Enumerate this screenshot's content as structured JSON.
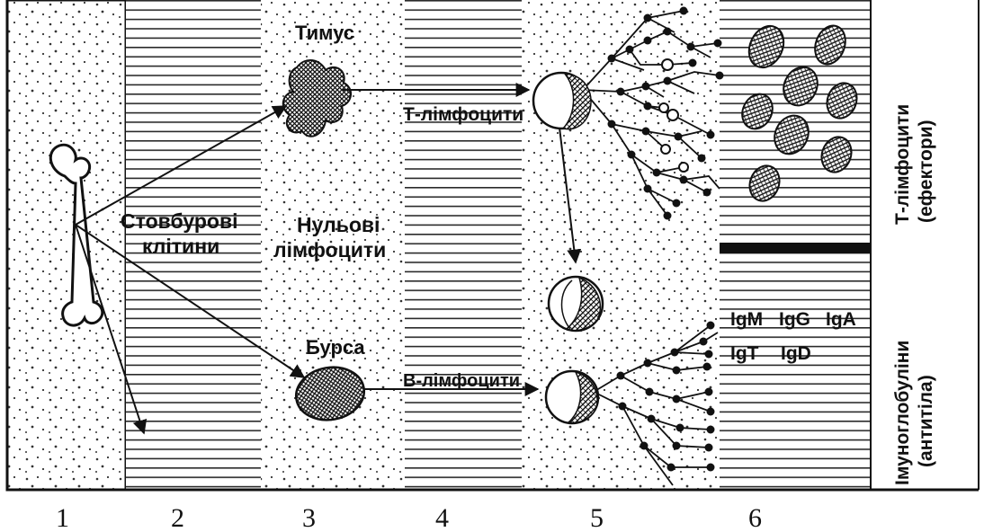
{
  "labels": {
    "thymus": "Тимус",
    "t_lymphocytes": "Т-лімфоцити",
    "stem_cells_line1": "Стовбурові",
    "stem_cells_line2": "клітини",
    "null_lymph_line1": "Нульові",
    "null_lymph_line2": "лімфоцити",
    "bursa": "Бурса",
    "b_lymphocytes": "В-лімфоцити",
    "t_effectors_line1": "Т-лімфоцити",
    "t_effectors_line2": "(ефектори)",
    "immunoglobulins_line1": "Імуноглобуліни",
    "immunoglobulins_line2": "(антитіла)"
  },
  "immunoglobulins": [
    "IgM",
    "IgG",
    "IgA",
    "IgT",
    "IgD"
  ],
  "zone_numbers": [
    "1",
    "2",
    "3",
    "4",
    "5",
    "6"
  ],
  "colors": {
    "ink": "#111111",
    "stripe": "#2a2a2a",
    "dots": "#333333",
    "background": "#ffffff"
  }
}
